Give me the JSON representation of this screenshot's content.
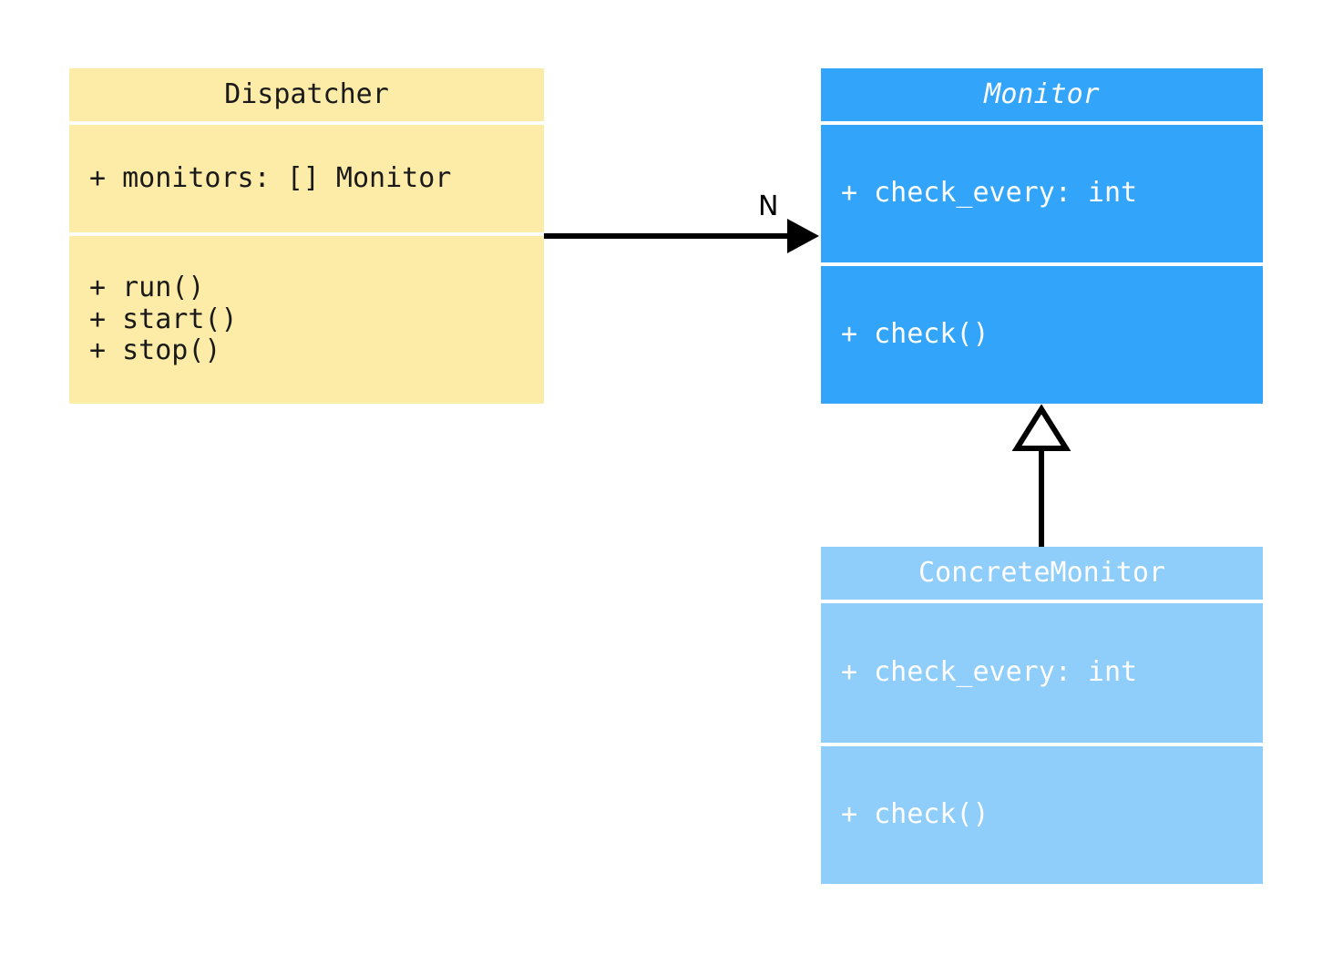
{
  "diagram": {
    "type": "uml-class-diagram",
    "background_color": "#ffffff",
    "classes": [
      {
        "id": "dispatcher",
        "name": "Dispatcher",
        "abstract": false,
        "fill_color": "#fdeba8",
        "text_color": "#1a1a1a",
        "attributes": "+ monitors: [] Monitor",
        "methods": "+ run()\n+ start()\n+ stop()"
      },
      {
        "id": "monitor",
        "name": "Monitor",
        "abstract": true,
        "fill_color": "#32a5fa",
        "text_color": "#ffffff",
        "attributes": "+ check_every: int",
        "methods": "+ check()"
      },
      {
        "id": "concretemonitor",
        "name": "ConcreteMonitor",
        "abstract": false,
        "fill_color": "#8fcdfb",
        "text_color": "#ffffff",
        "attributes": "+ check_every: int",
        "methods": "+ check()"
      }
    ],
    "relationships": [
      {
        "id": "dispatcher-to-monitor",
        "kind": "association",
        "from": "Dispatcher",
        "to": "Monitor",
        "multiplicity_label": "N",
        "arrowhead": "filled-triangle",
        "line": "solid",
        "color": "#000000"
      },
      {
        "id": "concretemonitor-to-monitor",
        "kind": "generalization",
        "from": "ConcreteMonitor",
        "to": "Monitor",
        "multiplicity_label": "",
        "arrowhead": "hollow-triangle",
        "line": "solid",
        "color": "#000000"
      }
    ]
  }
}
